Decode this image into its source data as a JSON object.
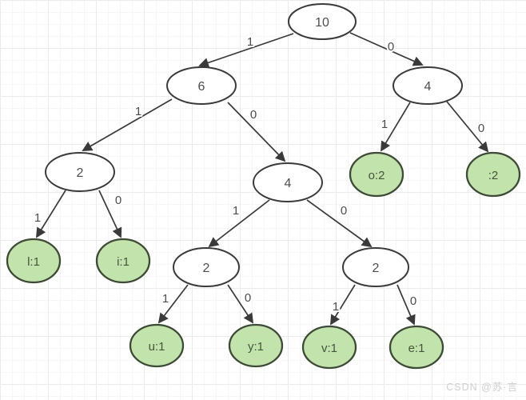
{
  "diagram": {
    "type": "huffman-coding-tree",
    "nodes": {
      "root": "10",
      "n6": "6",
      "n4_right": "4",
      "n2_left": "2",
      "n4_mid": "4",
      "leaf_o": "o:2",
      "leaf_space": ":2",
      "leaf_l": "l:1",
      "leaf_i": "i:1",
      "n2_mid_left": "2",
      "n2_mid_right": "2",
      "leaf_u": "u:1",
      "leaf_y": "y:1",
      "leaf_v": "v:1",
      "leaf_e": "e:1"
    },
    "bits": {
      "root_left": "1",
      "root_right": "0",
      "n6_left": "1",
      "n6_right": "0",
      "n4_right_left": "1",
      "n4_right_right": "0",
      "n2_left_left": "1",
      "n2_left_right": "0",
      "n4_mid_left": "1",
      "n4_mid_right": "0",
      "n2_mid_left_left": "1",
      "n2_mid_left_right": "0",
      "n2_mid_right_left": "1",
      "n2_mid_right_right": "0"
    },
    "colors": {
      "leaf_fill": "#c2e4ac",
      "leaf_stroke": "#3d4a35",
      "leaf_text": "#44543a",
      "node_fill": "#ffffff",
      "node_stroke": "#3a3a3a",
      "node_text": "#4d4d4d",
      "edge": "#3a3a3a",
      "edge_label": "#4d4d4d"
    }
  },
  "watermark": {
    "text": "CSDN @苏·言"
  }
}
